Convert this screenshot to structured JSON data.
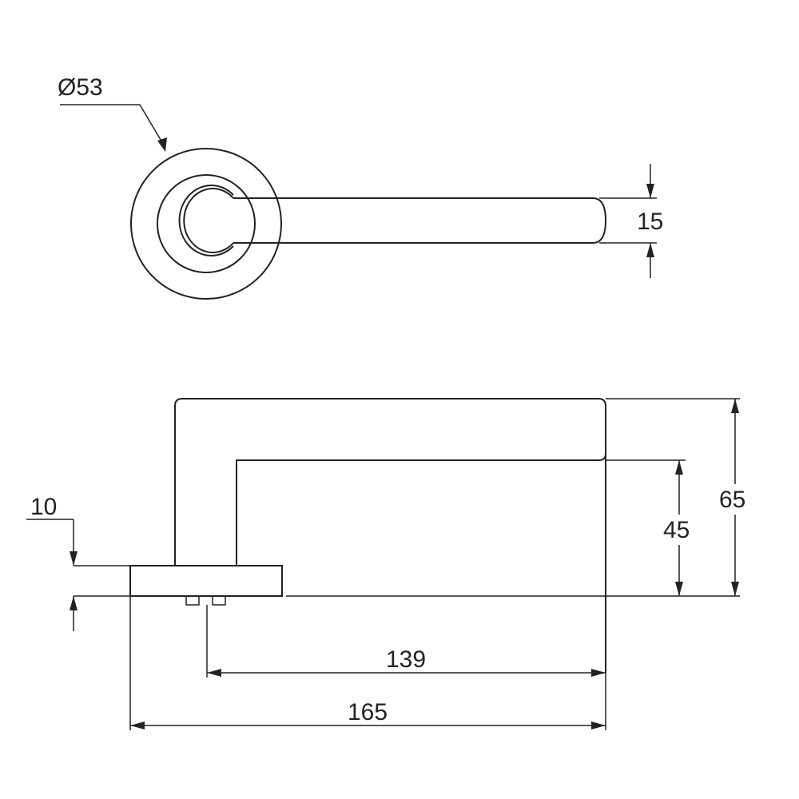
{
  "dimensions": {
    "rose_diameter": "Ø53",
    "lever_thickness": "15",
    "rose_thickness": "10",
    "inner_height": "45",
    "overall_height": "65",
    "spindle_projection": "139",
    "overall_length": "165"
  },
  "colors": {
    "line": "#222222",
    "background": "#ffffff"
  }
}
